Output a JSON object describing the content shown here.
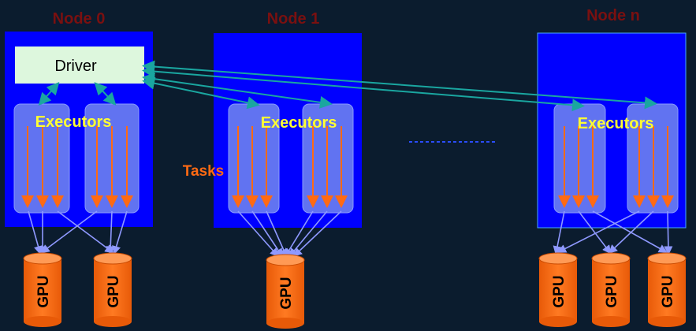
{
  "nodes": [
    {
      "label": "Node 0",
      "executors_label": "Executors",
      "executor_count": 2,
      "gpu_count": 2
    },
    {
      "label": "Node 1",
      "executors_label": "Executors",
      "executor_count": 2,
      "gpu_count": 1
    },
    {
      "label": "Node n",
      "executors_label": "Executors",
      "executor_count": 2,
      "gpu_count": 3
    }
  ],
  "driver": {
    "label": "Driver"
  },
  "tasks_label": "Tasks",
  "gpu_label": "GPU",
  "colors": {
    "background": "#0b1c2e",
    "node_box": "#0000ff",
    "node_label": "#7a1010",
    "driver_box": "#ddf7dd",
    "executor_box": "#6b7ff0",
    "executor_text": "#ffff33",
    "task_arrow": "#ff6a13",
    "gpu_body": "#ff6a13",
    "gpu_link": "#8f99ff",
    "driver_link": "#1aa6a0",
    "ellipsis": "#2a4dff"
  }
}
